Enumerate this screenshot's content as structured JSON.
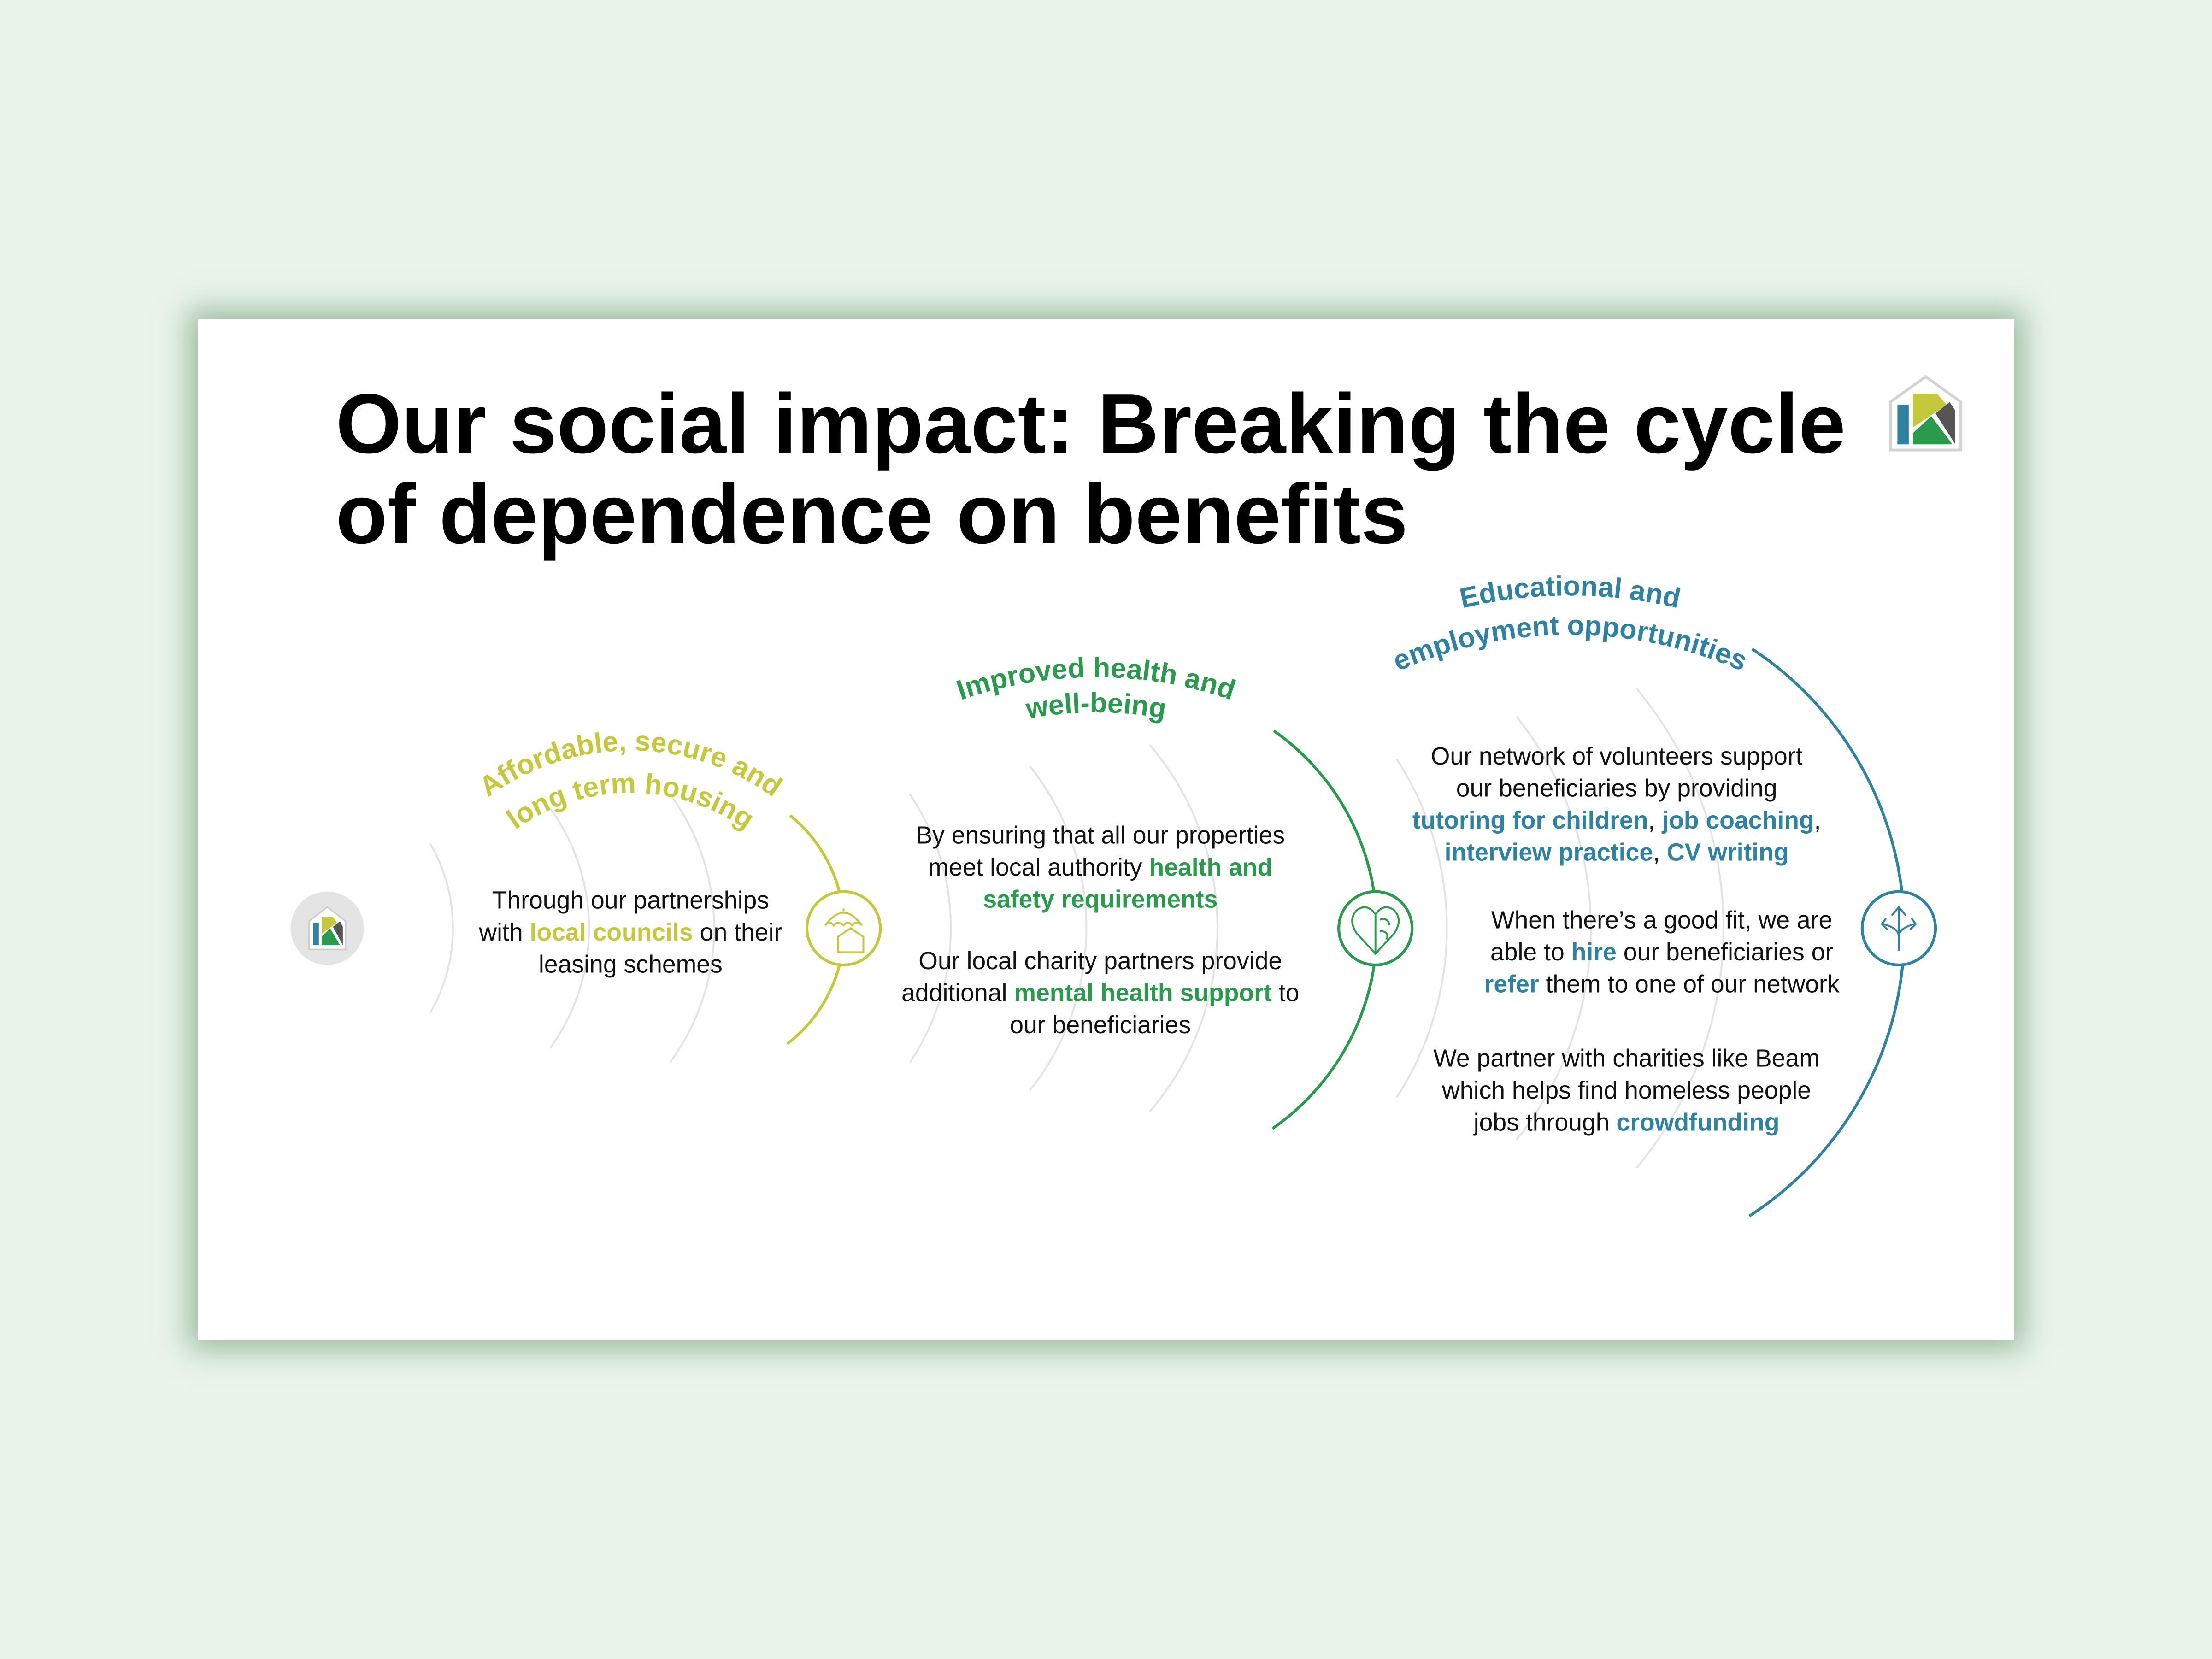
{
  "colors": {
    "housing": "#c6c83c",
    "health": "#2a9a4c",
    "education": "#2f82a2",
    "faint_arc": "#e3e3e3",
    "background": "#eaf4ea"
  },
  "title": {
    "line1": "Our social impact: Breaking the cycle",
    "line2": "of dependence on benefits"
  },
  "logo": {
    "icon": "k-house-logo"
  },
  "sections": {
    "housing": {
      "heading": [
        "Affordable, secure and",
        "long term housing"
      ],
      "icon": "umbrella-house-icon",
      "paragraphs": [
        [
          [
            {
              "t": "Through our partnerships"
            }
          ],
          [
            {
              "t": "with "
            },
            {
              "t": "local councils",
              "hl": true
            },
            {
              "t": " on their"
            }
          ],
          [
            {
              "t": "leasing schemes"
            }
          ]
        ]
      ]
    },
    "health": {
      "heading": [
        "Improved health and",
        "well-being"
      ],
      "icon": "heart-brain-icon",
      "paragraphs": [
        [
          [
            {
              "t": "By ensuring that all our properties"
            }
          ],
          [
            {
              "t": "meet local authority "
            },
            {
              "t": "health and",
              "hl": true
            }
          ],
          [
            {
              "t": "safety requirements",
              "hl": true
            }
          ]
        ],
        [
          [
            {
              "t": "Our local charity partners provide"
            }
          ],
          [
            {
              "t": "additional "
            },
            {
              "t": "mental health support",
              "hl": true
            },
            {
              "t": " to"
            }
          ],
          [
            {
              "t": "our beneficiaries"
            }
          ]
        ]
      ]
    },
    "education": {
      "heading": [
        "Educational and",
        "employment opportunities"
      ],
      "icon": "diverging-arrows-icon",
      "paragraphs": [
        [
          [
            {
              "t": "Our network of volunteers support"
            }
          ],
          [
            {
              "t": "our beneficiaries by providing"
            }
          ],
          [
            {
              "t": "tutoring for children",
              "hl": true
            },
            {
              "t": ", "
            },
            {
              "t": "job coaching",
              "hl": true
            },
            {
              "t": ","
            }
          ],
          [
            {
              "t": "interview practice",
              "hl": true
            },
            {
              "t": ", "
            },
            {
              "t": "CV writing",
              "hl": true
            }
          ]
        ],
        [
          [
            {
              "t": "When there’s a good fit, we are"
            }
          ],
          [
            {
              "t": "able to "
            },
            {
              "t": "hire",
              "hl": true
            },
            {
              "t": " our beneficiaries or"
            }
          ],
          [
            {
              "t": "refer",
              "hl": true
            },
            {
              "t": " them to one of our network"
            }
          ]
        ],
        [
          [
            {
              "t": "We partner with charities like Beam"
            }
          ],
          [
            {
              "t": "which helps find homeless people"
            }
          ],
          [
            {
              "t": "jobs through "
            },
            {
              "t": "crowdfunding",
              "hl": true
            }
          ]
        ]
      ]
    }
  }
}
